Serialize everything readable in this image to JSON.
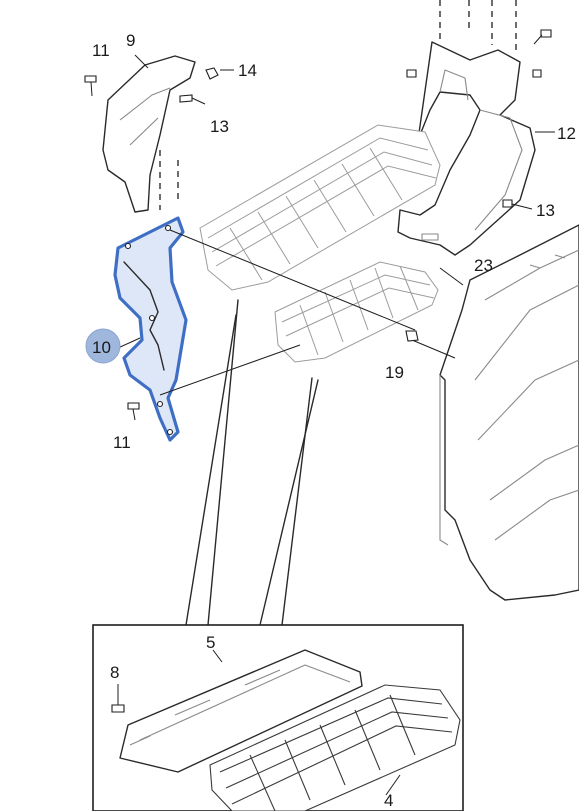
{
  "callouts": {
    "c11_top": "11",
    "c9": "9",
    "c14": "14",
    "c13_left": "13",
    "c12": "12",
    "c13_right": "13",
    "c23": "23",
    "c10": "10",
    "c19": "19",
    "c11_bottom": "11",
    "c5": "5",
    "c8": "8",
    "c4": "4"
  },
  "colors": {
    "highlight_stroke": "#3f6fc4",
    "highlight_badge": "#9fb7dd",
    "line": "#2a2a2a"
  }
}
